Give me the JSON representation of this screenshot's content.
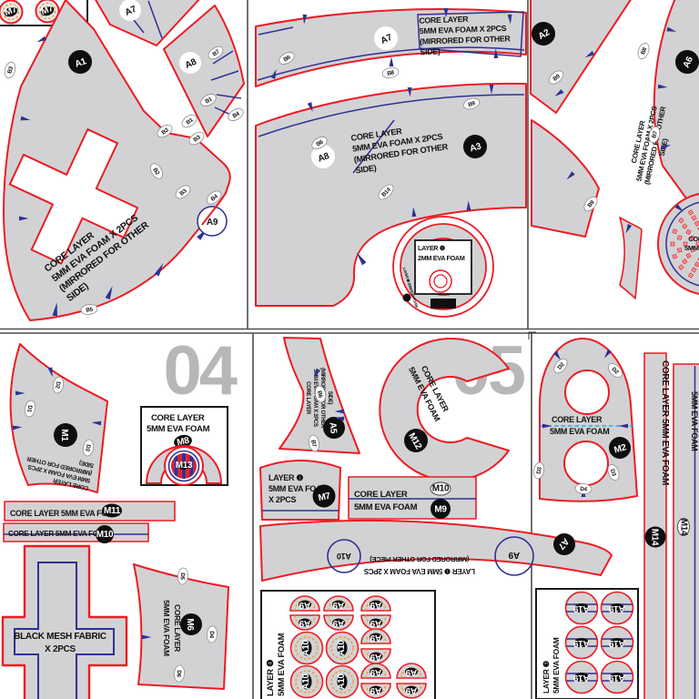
{
  "sheet": {
    "page04": "04",
    "page05": "05"
  },
  "colors": {
    "outline_red": "#ec1c24",
    "piece_gray": "#d2d2d4",
    "line_blue": "#2e3192",
    "dash_cyan": "#29abe2",
    "dash_orange": "#f7931e",
    "page_number_gray": "#b7b7b7"
  },
  "labels": {
    "a1": "A1",
    "a2": "A2",
    "a3": "A3",
    "a5": "A5",
    "a6": "A6",
    "a7": "A7",
    "a8": "A8",
    "a9": "A9",
    "a10": "A10",
    "a19": "A19",
    "m1": "M1",
    "m2": "M2",
    "m6": "M6",
    "m7": "M7",
    "m8": "M8",
    "m9": "M9",
    "m10": "M10",
    "m11": "M11",
    "m12": "M12",
    "m13": "M13",
    "m14": "M14",
    "m15": "M15",
    "b1": "B1",
    "b2": "B2",
    "b3": "B3",
    "b4": "B4",
    "b5": "B5",
    "b6": "B6",
    "b7": "B7",
    "b8": "B8",
    "b9": "B9",
    "b14": "B14",
    "d1": "D1",
    "d2": "D2",
    "d3": "D3",
    "d4": "D4",
    "d5": "D5",
    "d6": "D6"
  },
  "texts": {
    "core_layer_2pcs": [
      "CORE LAYER",
      "5MM EVA FOAM X 2PCS",
      "(MIRRORED FOR OTHER",
      "SIDE)"
    ],
    "core_layer": [
      "CORE LAYER",
      "5MM EVA FOAM"
    ],
    "core_layer_inline": "CORE LAYER 5MM EVA FOAM",
    "layer1_2mm": [
      "LAYER ❶",
      "2MM EVA FOAM"
    ],
    "layer1_5mm_2pcs": [
      "LAYER ❶",
      "5MM EVA FOAM",
      "X 2PCS"
    ],
    "layer1_band": [
      "LAYER ❶ 5MM EVA FOAM X 2PCS",
      "(MIRRORED FOR OTHER PIECE)"
    ],
    "black_mesh": [
      "BLACK MESH FABRIC",
      "X 2PCS"
    ],
    "layer4": [
      "LAYER ❹",
      "5MM EVA FOAM"
    ],
    "layer3": [
      "LAYER ❸",
      "5MM EVA FOAM"
    ],
    "ring_curved": "LAYER ❶ 2MM EVA FOAM",
    "strip2": "5MM EVA FOAM",
    "x_mark": "×"
  }
}
